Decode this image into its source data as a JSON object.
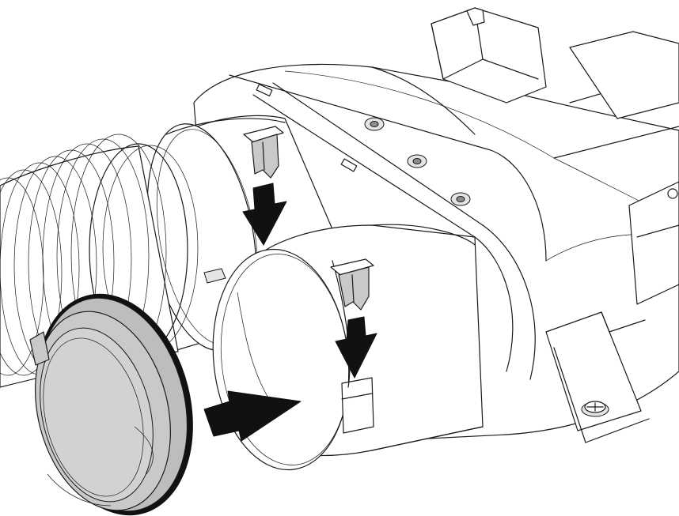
{
  "diagram": {
    "kind": "assembly-illustration",
    "colors": {
      "line": "#1a1a1a",
      "body": "#ffffff",
      "part_fill": "#c9c9c9",
      "arrow": "#111111"
    },
    "parts": [
      {
        "id": "flexible-duct",
        "icon": "corrugated-hose"
      },
      {
        "id": "duct-adapter-ring",
        "icon": "gray-ring"
      },
      {
        "id": "housing-upper-spigot",
        "icon": "round-spigot"
      },
      {
        "id": "housing-lower-spigot",
        "icon": "round-spigot"
      },
      {
        "id": "upper-clip",
        "icon": "locking-clip"
      },
      {
        "id": "lower-clip",
        "icon": "locking-clip"
      },
      {
        "id": "mounting-bracket",
        "icon": "bracket"
      },
      {
        "id": "screw",
        "icon": "screw-head"
      }
    ],
    "arrows": [
      {
        "id": "arrow-upper-clip-down",
        "direction": "down"
      },
      {
        "id": "arrow-lower-clip-down",
        "direction": "down"
      },
      {
        "id": "arrow-adapter-insert",
        "direction": "right"
      }
    ]
  }
}
